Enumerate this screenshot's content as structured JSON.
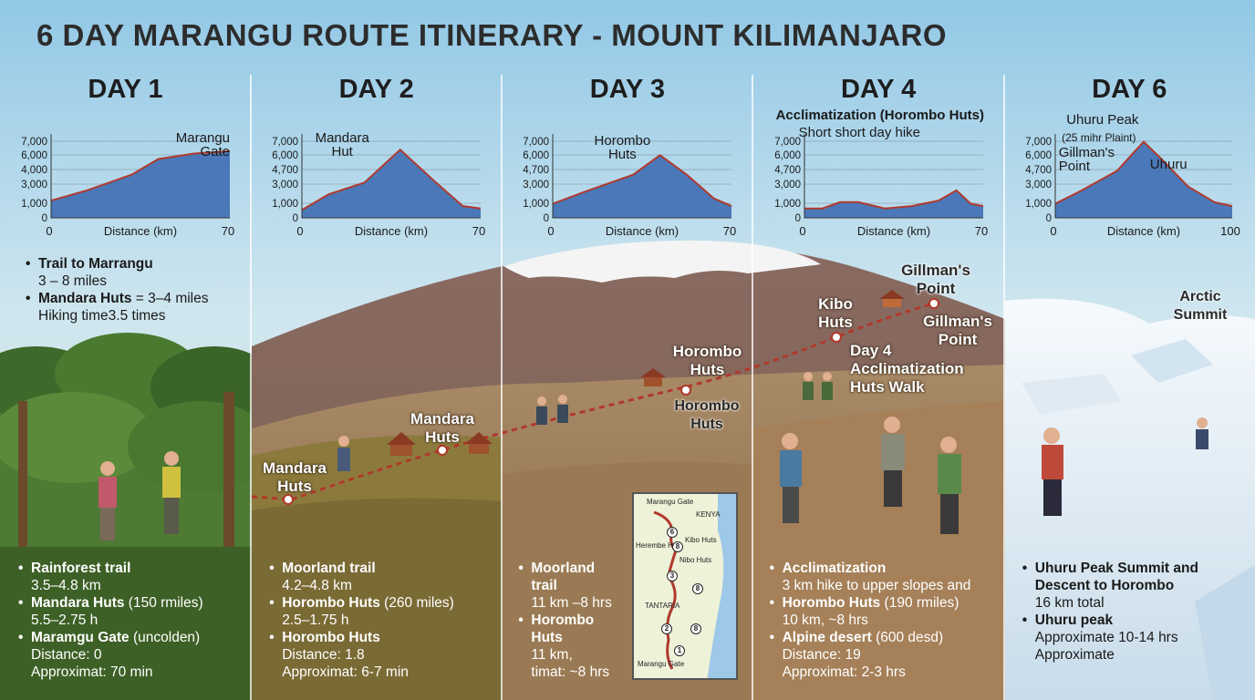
{
  "title": "6 DAY MARANGU ROUTE ITINERARY - MOUNT KILIMANJARO",
  "colors": {
    "profile_fill": "#4a78b8",
    "profile_line": "#b03a2e",
    "route": "#b0392b",
    "accent_hut": "#a0522d"
  },
  "icons": [
    "hut-icon",
    "hiker-icon",
    "waypoint-marker-icon"
  ],
  "columns": [
    {
      "day": "DAY 1",
      "chart_annotations": [
        {
          "text": "Marangu\nGate"
        }
      ],
      "yticks": [
        "7,000",
        "6,000",
        "4,000",
        "3,000",
        "1,000",
        "0"
      ],
      "x_start": "0",
      "x_end": "70",
      "xlabel": "Distance (km)",
      "top_bullets": [
        {
          "head": "Trail to Marrangu",
          "sub": "3 – 8 miles"
        },
        {
          "head": "Mandara Huts",
          "rest": " = 3–4 miles",
          "sub": "Hiking time3.5 times"
        }
      ],
      "bottom_bullets": [
        {
          "head": "Rainforest trail",
          "sub": "3.5–4.8 km"
        },
        {
          "head": "Mandara Huts",
          "rest": " (150 rmiles)",
          "sub": "5.5–2.75 h"
        },
        {
          "head": "Maramgu Gate",
          "rest": " (uncolden)",
          "sub": "Distance: 0"
        },
        {
          "head": "",
          "sub": "Approximat: 70 min"
        }
      ]
    },
    {
      "day": "DAY 2",
      "chart_annotations": [
        {
          "text": "Mandara\nHut"
        }
      ],
      "yticks": [
        "7,000",
        "6,000",
        "4,700",
        "3,000",
        "1,000",
        "0"
      ],
      "x_start": "0",
      "x_end": "70",
      "xlabel": "Distance (km)",
      "bottom_bullets": [
        {
          "head": "Moorland trail",
          "sub": "4.2–4.8 km"
        },
        {
          "head": "Horombo Huts",
          "rest": " (260 miles)",
          "sub": "2.5–1.75 h"
        },
        {
          "head": "Horombo Huts",
          "sub": "Distance: 1.8"
        },
        {
          "head": "",
          "sub": "Approximat: 6-7 min"
        }
      ]
    },
    {
      "day": "DAY 3",
      "chart_annotations": [
        {
          "text": "Horombo\nHuts"
        }
      ],
      "yticks": [
        "7,000",
        "6,000",
        "4,700",
        "3,000",
        "1,000",
        "0"
      ],
      "x_start": "0",
      "x_end": "70",
      "xlabel": "Distance (km)",
      "bottom_bullets": [
        {
          "head": "Moorland\ntrail",
          "sub": "11 km –8 hrs"
        },
        {
          "head": "Horombo\nHuts",
          "sub": "11 km,\ntimat: ~8 hrs"
        }
      ]
    },
    {
      "day": "DAY 4",
      "chart_annotations": [
        {
          "text": "Acclimatization (Horombo Huts)"
        },
        {
          "text": "Short short day hike"
        }
      ],
      "yticks": [
        "7,000",
        "6,000",
        "4,700",
        "3,000",
        "1,000",
        "0"
      ],
      "x_start": "0",
      "x_end": "70",
      "xlabel": "Distance (km)",
      "bottom_bullets": [
        {
          "head": "Acclimatization",
          "sub": "3 km hike to upper slopes and"
        },
        {
          "head": "Horombo Huts",
          "rest": " (190 rmiles)",
          "sub": "10 km, ~8 hrs"
        },
        {
          "head": "Alpine desert",
          "rest": " (600 desd)",
          "sub": "Distance: 19"
        },
        {
          "head": "",
          "sub": "Approximat: 2-3 hrs"
        }
      ]
    },
    {
      "day": "DAY 6",
      "chart_annotations": [
        {
          "text": "Uhuru Peak"
        },
        {
          "text": "(25 mihr Plaint)"
        },
        {
          "text": "Gillman's\nPoint"
        },
        {
          "text": "Uhuru"
        }
      ],
      "yticks": [
        "7,000",
        "6,000",
        "4,700",
        "3,000",
        "1,000",
        "0"
      ],
      "x_start": "0",
      "x_end": "100",
      "xlabel": "Distance (km)",
      "bottom_bullets": [
        {
          "head": "Uhuru Peak Summit and\nDescent to Horombo",
          "sub": "16 km total"
        },
        {
          "head": "Uhuru peak",
          "sub": "Approximate 10-14 hrs\nApproximate"
        }
      ]
    }
  ],
  "scene_labels": {
    "mandara_huts_left": "Mandara\nHuts",
    "mandara_huts_mid": "Mandara\nHuts",
    "horombo_huts_1": "Horombo\nHuts",
    "horombo_huts_2": "Horombo\nHuts",
    "kibo_huts": "Kibo\nHuts",
    "gillmans_point_1": "Gillman's\nPoint",
    "gillmans_point_2": "Gillman's\nPoint",
    "day4_walk": "Day 4\nAcclimatization\nHuts Walk",
    "arctic_summit": "Arctic\nSummit"
  },
  "inset_map": {
    "labels": [
      "Marangu\nGate",
      "KENYA",
      "Kibo\nHuts",
      "Herembe\nHuts",
      "Nibo Huts",
      "TANTARIA",
      "Marangu\nGate"
    ],
    "markers": [
      "6",
      "8",
      "3",
      "2",
      "1",
      "8",
      "8"
    ]
  }
}
